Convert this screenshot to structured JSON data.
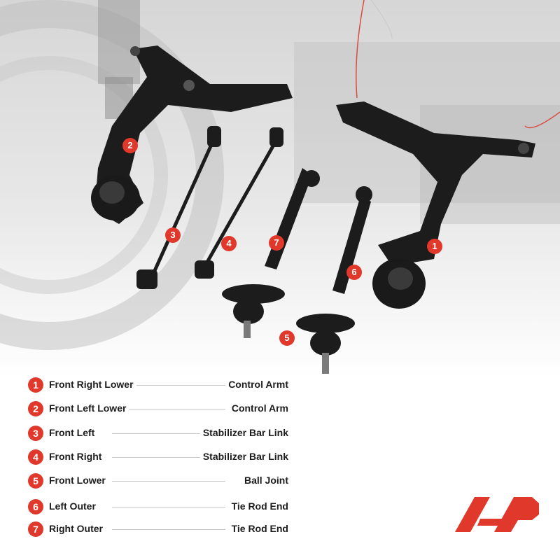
{
  "accent_color": "#e0392b",
  "brand": {
    "logo_text": "AP"
  },
  "callouts": [
    {
      "num": "1"
    },
    {
      "num": "2"
    },
    {
      "num": "3"
    },
    {
      "num": "4"
    },
    {
      "num": "5"
    },
    {
      "num": "6"
    },
    {
      "num": "7"
    }
  ],
  "legend": [
    {
      "num": "1",
      "left": "Front Right Lower",
      "right": "Control Armt"
    },
    {
      "num": "2",
      "left": "Front Left Lower",
      "right": "Control Arm"
    },
    {
      "num": "3",
      "left": "Front Left",
      "right": "Stabilizer Bar Link"
    },
    {
      "num": "4",
      "left": "Front Right",
      "right": "Stabilizer Bar Link"
    },
    {
      "num": "5",
      "left": "Front Lower",
      "right": "Ball Joint"
    },
    {
      "num": "6",
      "left": "Left Outer",
      "right": "Tie Rod End"
    },
    {
      "num": "7",
      "left": "Right Outer",
      "right": "Tie Rod End"
    }
  ]
}
